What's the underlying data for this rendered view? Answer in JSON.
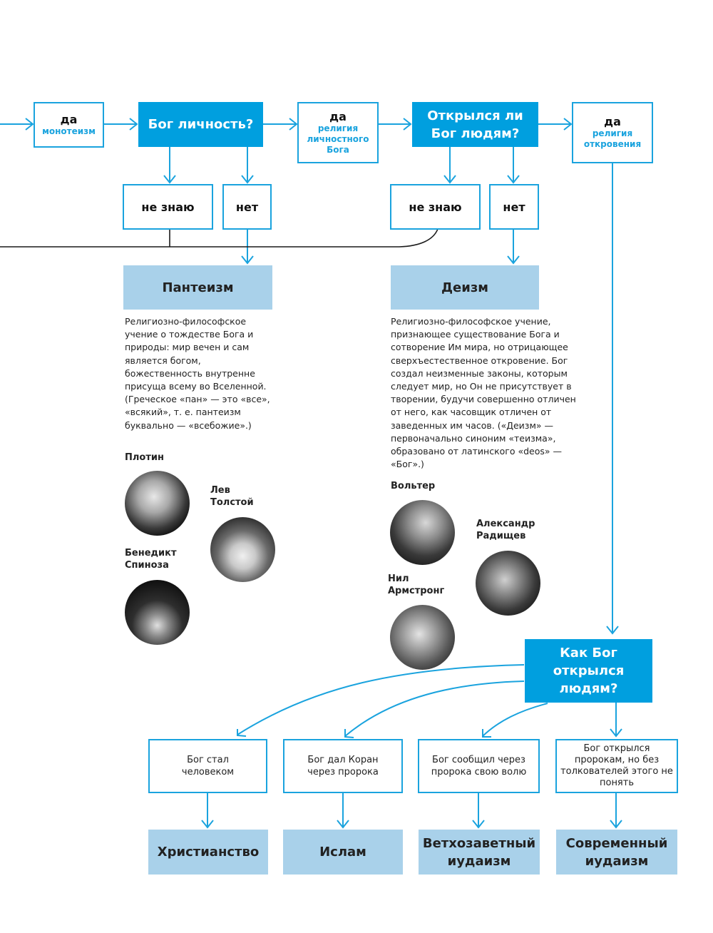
{
  "colors": {
    "accent": "#009fdf",
    "outline": "#1aa3de",
    "result_fill": "#a9d1ea",
    "connector_dark": "#1a1a1a"
  },
  "top_row": {
    "monotheism": {
      "yes": "да",
      "label": "монотеизм"
    },
    "q_personal": "Бог личность?",
    "personal_god": {
      "yes": "да",
      "label": "религия личностного Бога"
    },
    "q_revealed": "Открылся ли Бог людям?",
    "revelation": {
      "yes": "да",
      "label": "религия откровения"
    }
  },
  "answers": {
    "personal_dont_know": "не знаю",
    "personal_no": "нет",
    "revealed_dont_know": "не знаю",
    "revealed_no": "нет"
  },
  "pantheism": {
    "title": "Пантеизм",
    "description": "Религиозно-философское учение о тождестве Бога и природы: мир вечен и сам является богом, божественность внутренне присуща всему во Вселенной. (Греческое «пан» — это «все», «всякий», т. е. пантеизм буквально — «всебожие».)",
    "people": [
      {
        "name": "Плотин",
        "icon": "portrait-plotinus"
      },
      {
        "name": "Лев Толстой",
        "icon": "portrait-tolstoy"
      },
      {
        "name": "Бенедикт Спиноза",
        "icon": "portrait-spinoza"
      }
    ]
  },
  "deism": {
    "title": "Деизм",
    "description": "Религиозно-философское учение, признающее существование Бога и сотворение Им мира, но отрицающее сверхъестественное откровение. Бог создал неизменные законы, которым следует мир, но Он не присутствует в творении, будучи совершенно отличен от него, как часовщик отличен от заведенных им часов. («Деизм» — первоначально синоним «теизма», образовано от латинского «deos» — «Бог».)",
    "people": [
      {
        "name": "Вольтер",
        "icon": "portrait-voltaire"
      },
      {
        "name": "Александр Радищев",
        "icon": "portrait-radishchev"
      },
      {
        "name": "Нил Армстронг",
        "icon": "portrait-armstrong"
      }
    ]
  },
  "q_how": "Как Бог открылся людям?",
  "branches": [
    {
      "label": "Бог стал человеком",
      "result": "Христианство"
    },
    {
      "label": "Бог дал Коран через пророка",
      "result": "Ислам"
    },
    {
      "label": "Бог сообщил через пророка свою волю",
      "result": "Ветхозаветный иудаизм"
    },
    {
      "label": "Бог открылся пророкам, но без толкователей этого не понять",
      "result": "Современный иудаизм"
    }
  ]
}
